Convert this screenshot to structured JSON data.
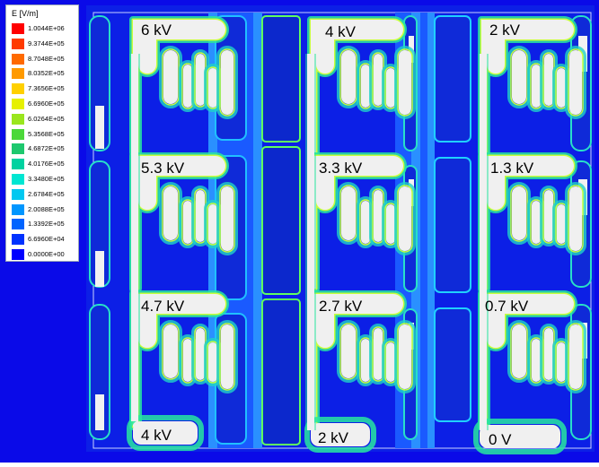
{
  "legend": {
    "title": "E [V/m]",
    "entries": [
      {
        "label": "1.0044E+06",
        "color": "#ff0000"
      },
      {
        "label": "9.3744E+05",
        "color": "#ff3a00"
      },
      {
        "label": "8.7048E+05",
        "color": "#ff6a00"
      },
      {
        "label": "8.0352E+05",
        "color": "#ff9a00"
      },
      {
        "label": "7.3656E+05",
        "color": "#ffd000"
      },
      {
        "label": "6.6960E+05",
        "color": "#e6f000"
      },
      {
        "label": "6.0264E+05",
        "color": "#9ae61e"
      },
      {
        "label": "5.3568E+05",
        "color": "#4cd83a"
      },
      {
        "label": "4.6872E+05",
        "color": "#1ec86e"
      },
      {
        "label": "4.0176E+05",
        "color": "#00d2a0"
      },
      {
        "label": "3.3480E+05",
        "color": "#00e6d2"
      },
      {
        "label": "2.6784E+05",
        "color": "#00c8f0"
      },
      {
        "label": "2.0088E+05",
        "color": "#0096ff"
      },
      {
        "label": "1.3392E+05",
        "color": "#0064ff"
      },
      {
        "label": "6.6960E+04",
        "color": "#0032ff"
      },
      {
        "label": "0.0000E+00",
        "color": "#0000ff"
      }
    ]
  },
  "voltages": {
    "r1": {
      "c1": "6 kV",
      "c2": "4 kV",
      "c3": "2 kV"
    },
    "r2": {
      "c1": "5.3 kV",
      "c2": "3.3 kV",
      "c3": "1.3 kV"
    },
    "r3": {
      "c1": "4.7 kV",
      "c2": "2.7 kV",
      "c3": "0.7 kV"
    },
    "r4": {
      "c1": "4 kV",
      "c2": "2 kV",
      "c3": "0 V"
    }
  }
}
